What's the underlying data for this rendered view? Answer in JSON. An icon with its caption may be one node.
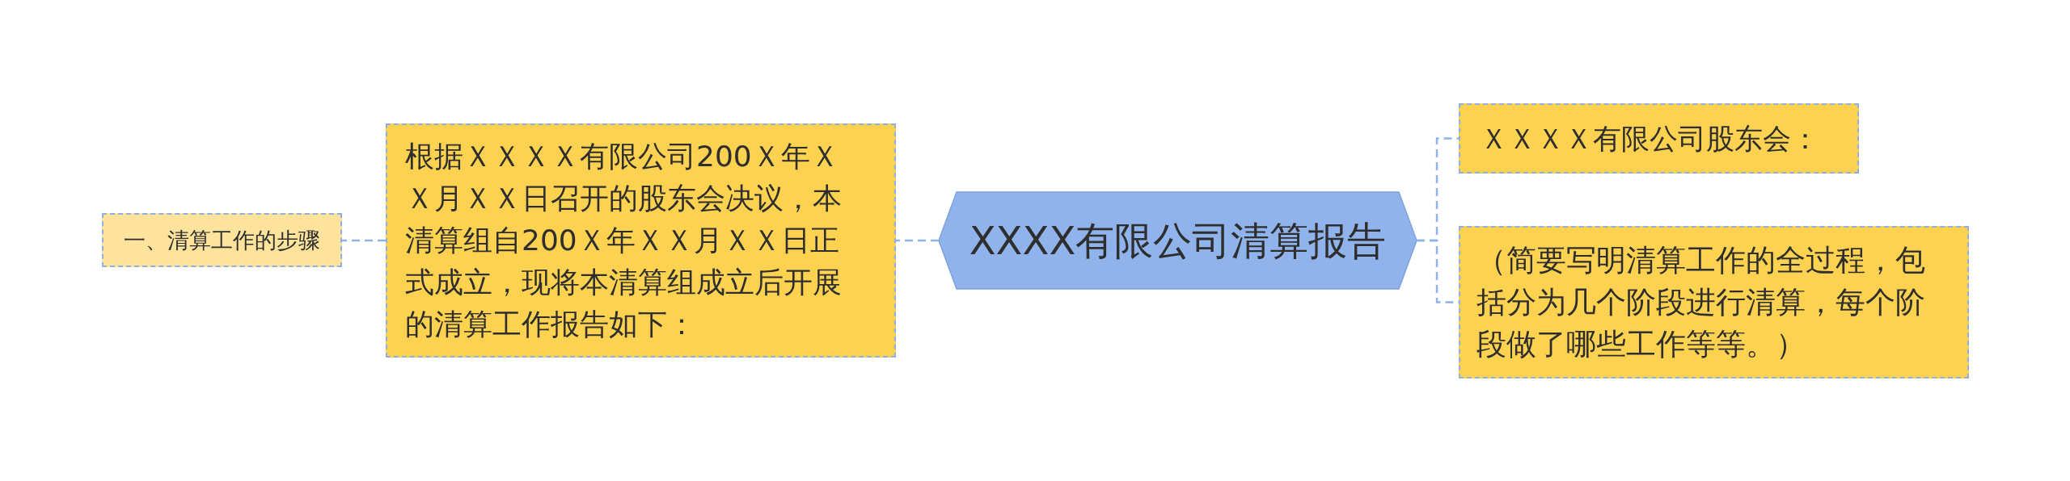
{
  "diagram": {
    "nodes": [
      {
        "text": [
          "一、清算工作的步骤"
        ]
      },
      {
        "text": [
          "根据ＸＸＸＸ有限公司200Ｘ年ＸＸ月ＸＸ日召开的股东会决议，本清算组自200Ｘ年ＸＸ月ＸＸ日正式成立，现将本清算组成立后开展的清算工作报告如下："
        ]
      },
      {
        "text": [
          "XXXX有限公司清算报告"
        ]
      },
      {
        "text": [
          "ＸＸＸＸ有限公司股东会："
        ]
      },
      {
        "text": [
          "（简要写明清算工作的全过程，包括分为几个阶段进行清算，每个阶段做了哪些工作等等。）"
        ]
      }
    ],
    "edges": [
      {
        "from": 2,
        "to": 1,
        "arrow": "none"
      },
      {
        "from": 1,
        "to": 0,
        "arrow": "none"
      },
      {
        "from": 2,
        "to": 3,
        "arrow": "none"
      },
      {
        "from": 2,
        "to": 4,
        "arrow": "none"
      }
    ]
  }
}
